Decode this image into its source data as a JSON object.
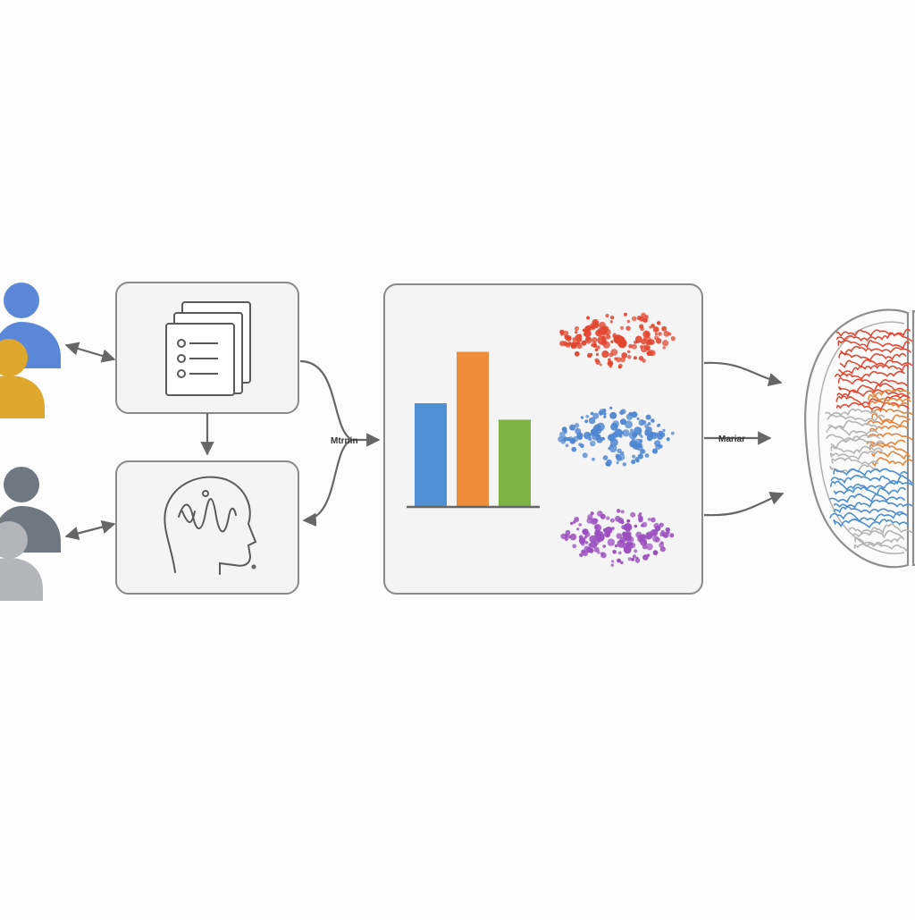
{
  "colors": {
    "user_blue": "#5b87d8",
    "user_yellow": "#e0a72d",
    "user_dark_gray": "#6f7781",
    "user_light_gray": "#b3b5b8",
    "box_stroke": "#8a8a8a",
    "box_fill": "#f4f4f4",
    "connector": "#666666",
    "bar_blue": "#4f8fd4",
    "bar_orange": "#ef8c3a",
    "bar_green": "#7cb342",
    "cluster_red": "#e2462f",
    "cluster_blue": "#4f86d2",
    "cluster_purple": "#9b4fc0",
    "brain_outline": "#9a9a9a",
    "brain_red": "#e04a35",
    "brain_orange": "#e8843a",
    "brain_blue": "#4b8fd0"
  },
  "icons": {
    "users_top": "user-group-icon",
    "users_bottom": "user-group-icon",
    "documents": "document-stack-icon",
    "head": "brain-wave-head-icon",
    "brain": "brain-map-icon"
  },
  "labels": {
    "merge_label": "Mtrnin",
    "output_label": "Mariar"
  },
  "chart_data": {
    "type": "bar",
    "categories": [
      "",
      "",
      ""
    ],
    "values": [
      5,
      7.5,
      4.2
    ],
    "ylim": [
      0,
      8
    ],
    "grid": false,
    "colors": [
      "#4f8fd4",
      "#ef8c3a",
      "#7cb342"
    ]
  }
}
